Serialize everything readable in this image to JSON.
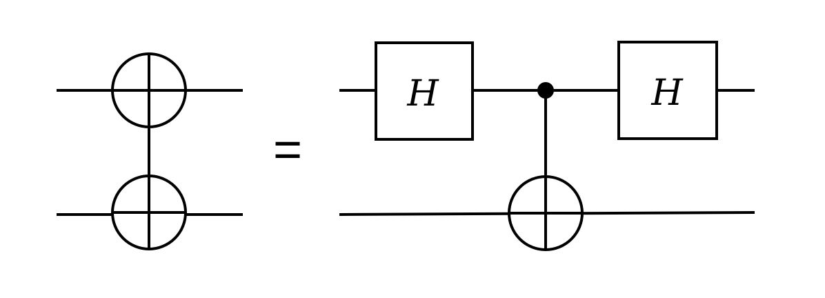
{
  "diagram": {
    "equals_symbol": "=",
    "left_side": {
      "description_gates": [
        "target",
        "target"
      ]
    },
    "right_side": {
      "gate_left_label": "H",
      "gate_right_label": "H"
    }
  }
}
